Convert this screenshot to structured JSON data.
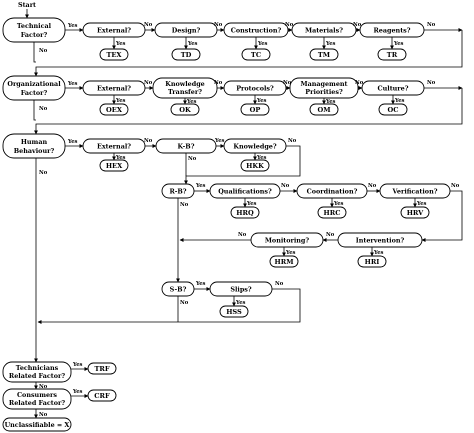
{
  "start": "Start",
  "yes": "Yes",
  "no": "No",
  "technical": {
    "factor": [
      "Technical",
      "Factor?"
    ],
    "questions": [
      "External?",
      "Design?",
      "Construction?",
      "Materials?",
      "Reagents?"
    ],
    "codes": [
      "TEX",
      "TD",
      "TC",
      "TM",
      "TR"
    ]
  },
  "organizational": {
    "factor": [
      "Organizational",
      "Factor?"
    ],
    "questions": [
      [
        "External?"
      ],
      [
        "Knowledge",
        "Transfer?"
      ],
      [
        "Protocols?"
      ],
      [
        "Management",
        "Priorities?"
      ],
      [
        "Culture?"
      ]
    ],
    "codes": [
      "OEX",
      "OK",
      "OP",
      "OM",
      "OC"
    ]
  },
  "human": {
    "factor": [
      "Human",
      "Behaviour?"
    ],
    "external": "External?",
    "external_code": "HEX",
    "kb": "K-B?",
    "knowledge": "Knowledge?",
    "knowledge_code": "HKK",
    "rb": "R-B?",
    "qualifications": "Qualifications?",
    "qualifications_code": "HRQ",
    "coordination": "Coordination?",
    "coordination_code": "HRC",
    "verification": "Verification?",
    "verification_code": "HRV",
    "monitoring": "Monitoring?",
    "monitoring_code": "HRM",
    "intervention": "Intervention?",
    "intervention_code": "HRI",
    "sb": "S-B?",
    "slips": "Slips?",
    "slips_code": "HSS"
  },
  "technicians": {
    "label": [
      "Technicians",
      "Related Factor?"
    ],
    "code": "TRF"
  },
  "consumers": {
    "label": [
      "Consumers",
      "Related Factor?"
    ],
    "code": "CRF"
  },
  "unclassifiable": "Unclassifiable = X"
}
